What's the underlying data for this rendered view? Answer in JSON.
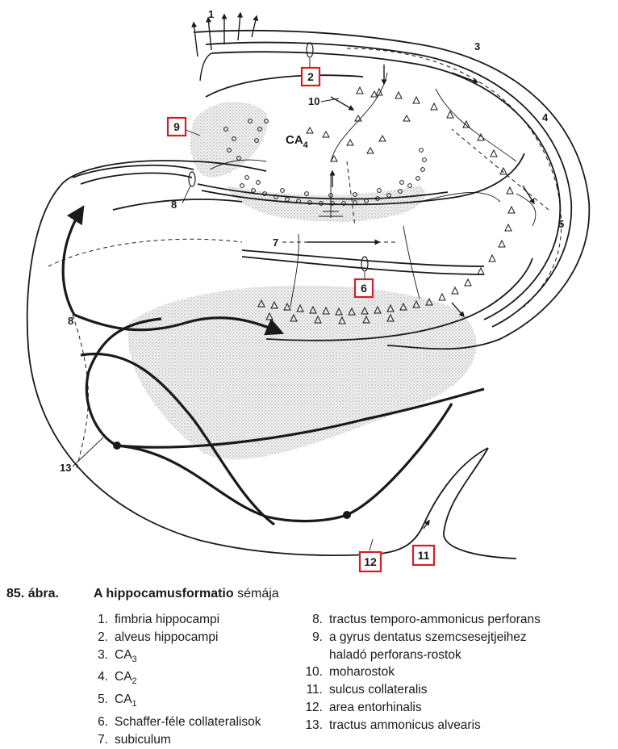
{
  "figure": {
    "number_label": "85. ábra.",
    "title_bold": "A hippocamusformatio",
    "title_rest": " sémája"
  },
  "diagram_labels": {
    "l1": "1",
    "l3": "3",
    "l4": "4",
    "l5": "5",
    "l7": "7",
    "l8a": "8",
    "l8b": "8",
    "l10": "10",
    "l13": "13",
    "ca4_main": "CA",
    "ca4_sub": "4",
    "box2": "2",
    "box6": "6",
    "box9": "9",
    "box11": "11",
    "box12": "12"
  },
  "legend": {
    "left": [
      {
        "num": "1.",
        "text": "fimbria hippocampi"
      },
      {
        "num": "2.",
        "text": "alveus hippocampi"
      },
      {
        "num": "3.",
        "text": "CA",
        "sub": "3"
      },
      {
        "num": "4.",
        "text": "CA",
        "sub": "2"
      },
      {
        "num": "5.",
        "text": "CA",
        "sub": "1"
      },
      {
        "num": "6.",
        "text": "Schaffer-féle collateralisok"
      },
      {
        "num": "7.",
        "text": "subiculum"
      }
    ],
    "right": [
      {
        "num": "8.",
        "text": "tractus temporo-ammonicus perforans"
      },
      {
        "num": "9.",
        "text": "a gyrus dentatus szemcsesejtjeihez"
      },
      {
        "num": "",
        "text": "haladó perforans-rostok"
      },
      {
        "num": "10.",
        "text": "moharostok"
      },
      {
        "num": "11.",
        "text": "sulcus collateralis"
      },
      {
        "num": "12.",
        "text": "area entorhinalis"
      },
      {
        "num": "13.",
        "text": "tractus ammonicus alvearis"
      }
    ]
  },
  "colors": {
    "ink": "#1a1a1a",
    "highlight_box": "#d0202a",
    "stipple": "#cfcfcf"
  }
}
